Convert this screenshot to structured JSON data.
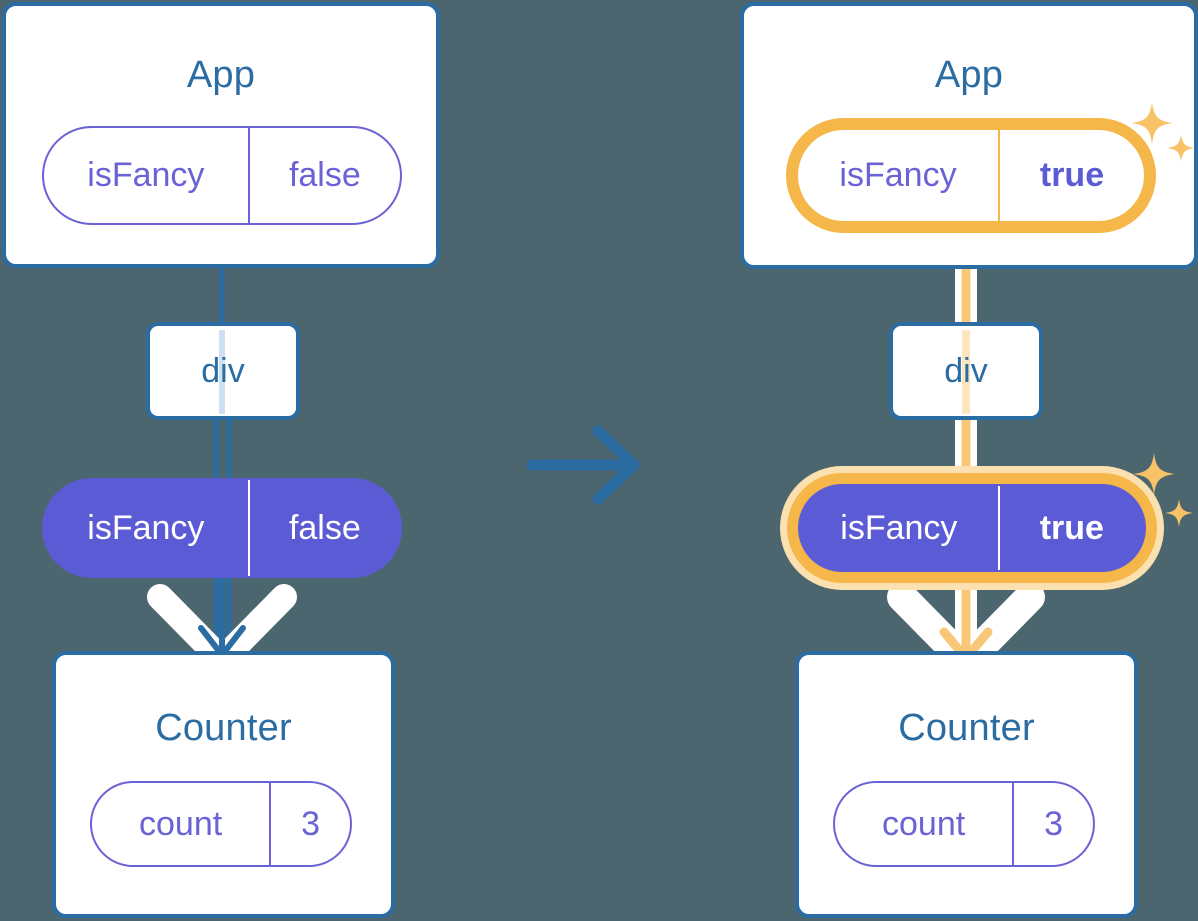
{
  "meta": {
    "background_color": "#4C6670",
    "accent_blue": "#2B6CA3",
    "accent_purple": "#5C5BD6",
    "accent_purple_light": "#6B62D6",
    "highlight_orange": "#F5B749",
    "highlight_orange_soft": "#FBE0B0",
    "white": "#FFFFFF"
  },
  "left_diagram": {
    "app": {
      "title": "App",
      "state_pill": {
        "name": "isFancy",
        "value": "false",
        "highlighted": false
      }
    },
    "div_node": {
      "label": "div"
    },
    "props_pill": {
      "name": "isFancy",
      "value": "false",
      "highlighted": false
    },
    "counter": {
      "title": "Counter",
      "state_pill": {
        "name": "count",
        "value": "3",
        "highlighted": false
      }
    }
  },
  "transition": {
    "icon": "arrow-right-icon",
    "color": "#2B6CA3"
  },
  "right_diagram": {
    "app": {
      "title": "App",
      "state_pill": {
        "name": "isFancy",
        "value": "true",
        "highlighted": true
      },
      "sparkles": "sparkle-icon"
    },
    "div_node": {
      "label": "div"
    },
    "props_pill": {
      "name": "isFancy",
      "value": "true",
      "highlighted": true
    },
    "sparkles": "sparkle-icon",
    "counter": {
      "title": "Counter",
      "state_pill": {
        "name": "count",
        "value": "3",
        "highlighted": false
      }
    }
  }
}
